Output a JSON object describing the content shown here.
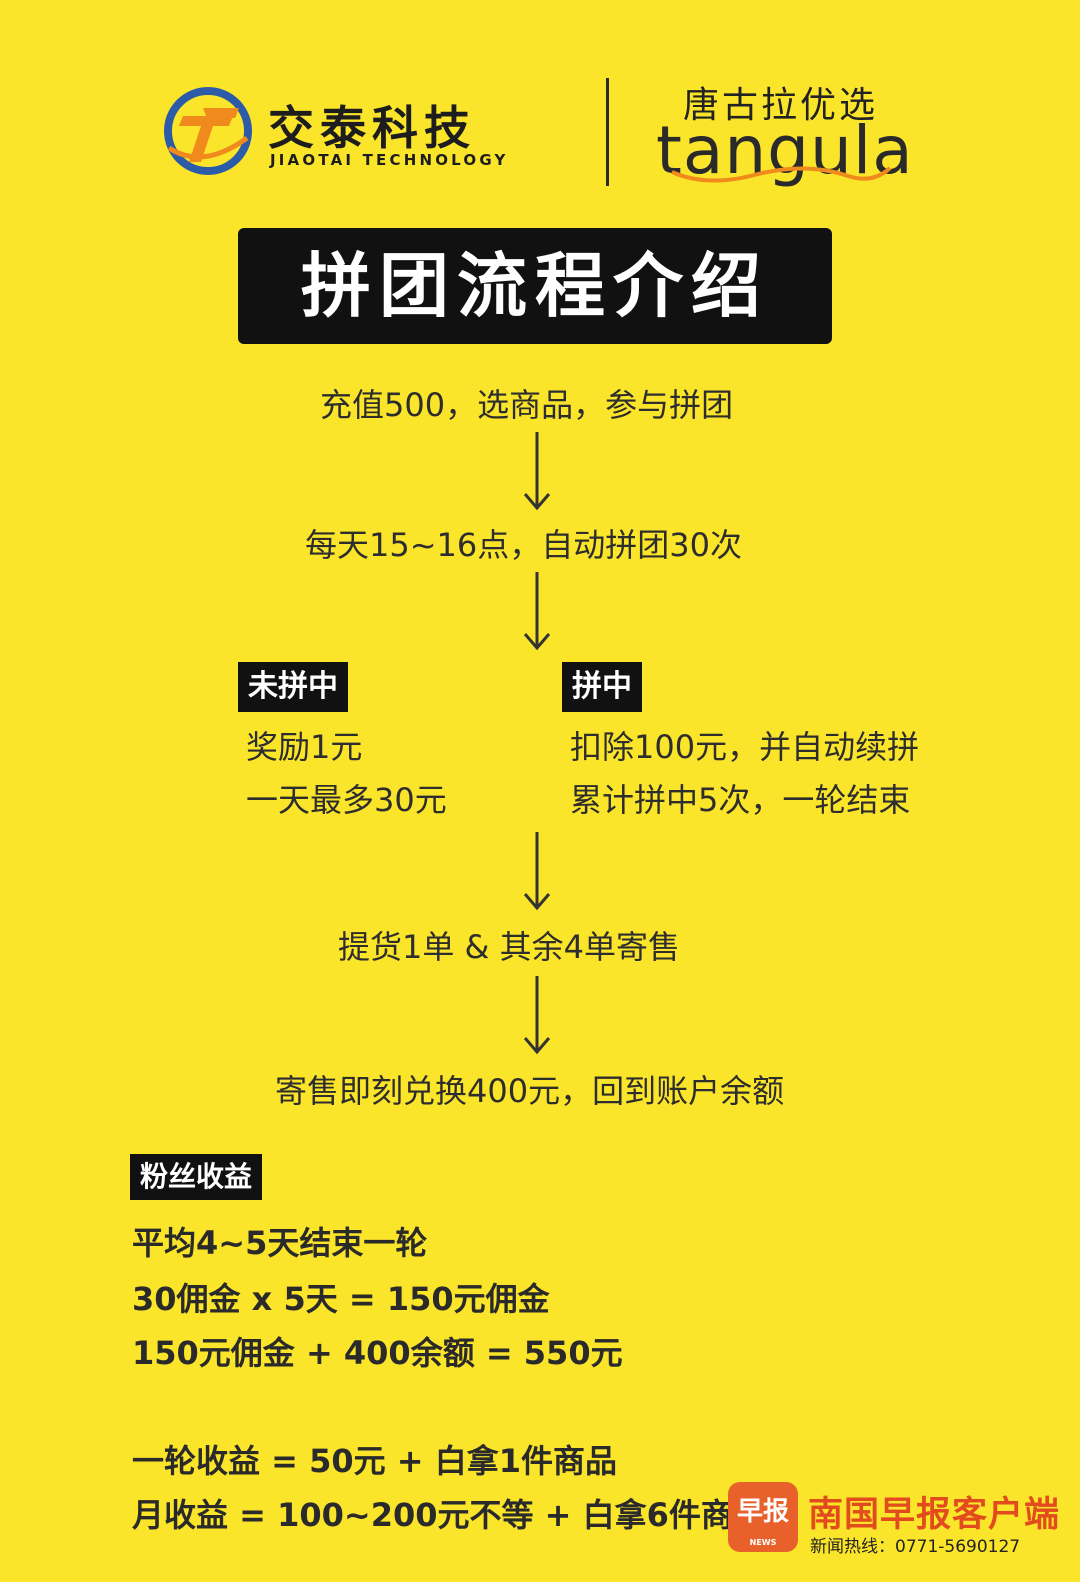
{
  "header": {
    "brand_cn": "交泰科技",
    "brand_en": "JIAOTAI TECHNOLOGY",
    "brand2_cn": "唐古拉优选",
    "brand2_en": "tangula"
  },
  "title": "拼团流程介绍",
  "flow": {
    "step1": "充值500，选商品，参与拼团",
    "step2": "每天15~16点，自动拼团30次",
    "branch_left": {
      "tag": "未拼中",
      "lines": [
        "奖励1元",
        "一天最多30元"
      ]
    },
    "branch_right": {
      "tag": "拼中",
      "lines": [
        "扣除100元，并自动续拼",
        "累计拼中5次，一轮结束"
      ]
    },
    "step3": "提货1单  &  其余4单寄售",
    "step4": "寄售即刻兑换400元，回到账户余额"
  },
  "fans": {
    "tag": "粉丝收益",
    "lines": [
      "平均4~5天结束一轮",
      "30佣金 x 5天 = 150元佣金",
      "150元佣金 + 400余额 = 550元"
    ],
    "summary": [
      "一轮收益 =  50元 + 白拿1件商品",
      "月收益 =  100~200元不等  + 白拿6件商品"
    ]
  },
  "watermark": {
    "badge": "早报",
    "badge_sub": "NEWS",
    "name": "南国早报客户端",
    "phone": "新闻热线：0771-5690127"
  },
  "colors": {
    "background": "#fbe52a",
    "tag_bg": "#111111",
    "watermark_red": "#e24b1e",
    "logo_orange": "#f08a1c",
    "logo_blue": "#2c5ca8"
  },
  "icons": [
    "jiaotai-logo-icon",
    "down-arrow-icon",
    "tangula-wave-icon"
  ]
}
